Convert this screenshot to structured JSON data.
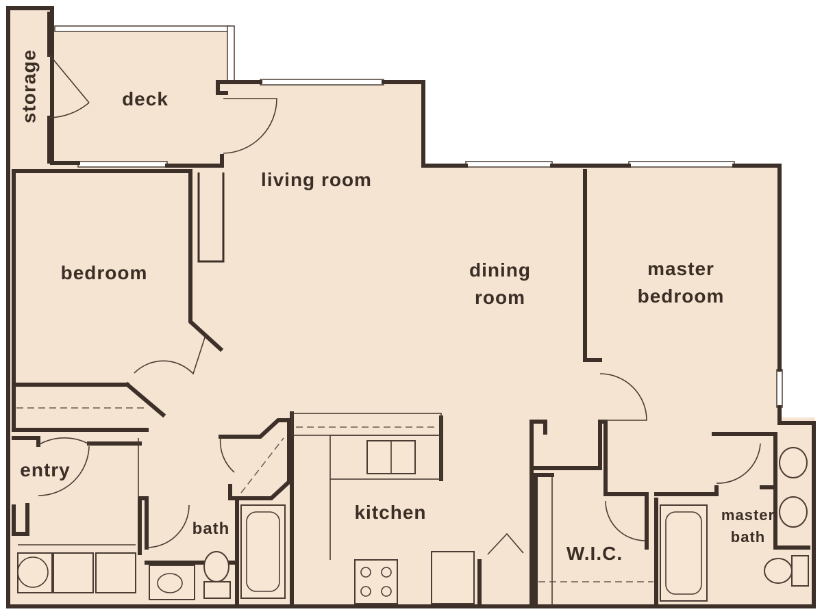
{
  "floor_plan": {
    "colors": {
      "floor": "#f6e4d2",
      "wall": "#3c3029",
      "label": "#3a2e26",
      "background": "#ffffff"
    },
    "rooms": {
      "storage": "storage",
      "deck": "deck",
      "living_room": "living room",
      "bedroom": "bedroom",
      "dining_line1": "dining",
      "dining_line2": "room",
      "master_line1": "master",
      "master_line2": "bedroom",
      "entry": "entry",
      "bath": "bath",
      "kitchen": "kitchen",
      "wic": "W.I.C.",
      "master_bath_line1": "master",
      "master_bath_line2": "bath"
    }
  }
}
